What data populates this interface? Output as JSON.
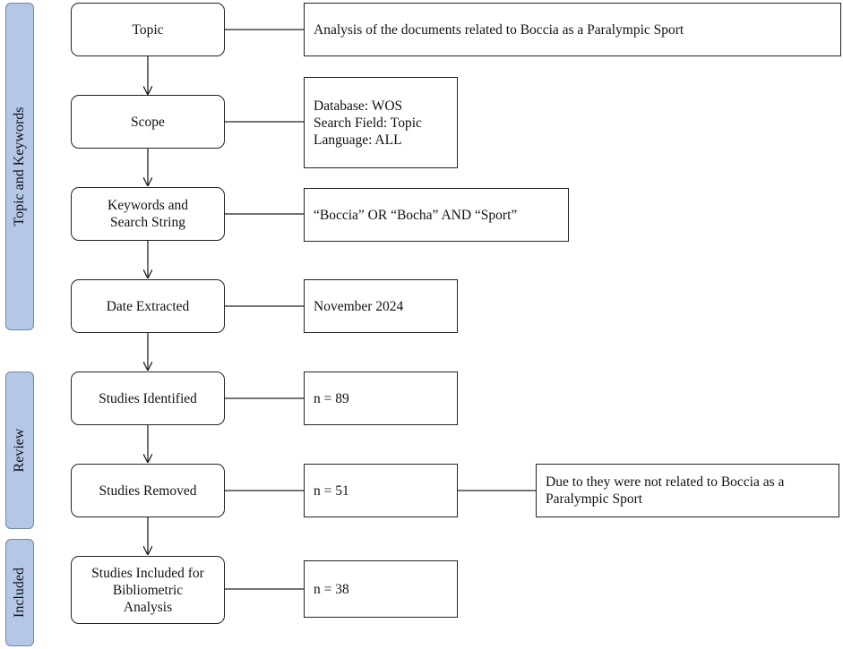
{
  "phases": {
    "topic_keywords": "Topic and Keywords",
    "review": "Review",
    "included": "Included"
  },
  "steps": {
    "topic": "Topic",
    "scope": "Scope",
    "keywords": [
      "Keywords and",
      "Search String"
    ],
    "date": "Date Extracted",
    "identified": "Studies Identified",
    "removed": "Studies Removed",
    "included": [
      "Studies Included for",
      "Bibliometric",
      "Analysis"
    ]
  },
  "notes": {
    "topic": "Analysis of the documents related to Boccia as a Paralympic Sport",
    "scope": [
      "Database: WOS",
      "Search Field: Topic",
      "Language: ALL"
    ],
    "keywords": "“Boccia” OR “Bocha” AND “Sport”",
    "date": "November 2024",
    "identified": "n = 89",
    "removed": "n = 51",
    "removed_reason": "Due to they were not related to Boccia as a Paralympic Sport",
    "included": "n = 38"
  }
}
